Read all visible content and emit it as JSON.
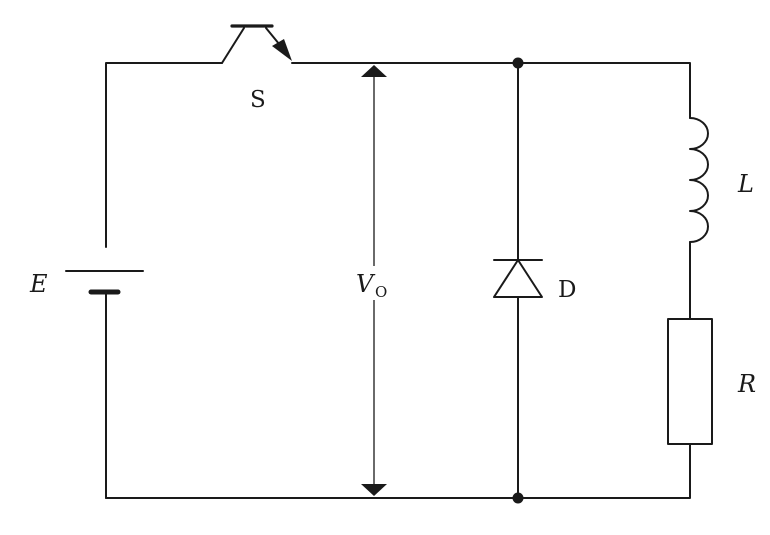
{
  "labels": {
    "battery": "E",
    "switch": "S",
    "output_voltage_main": "V",
    "output_voltage_sub": "O",
    "diode": "D",
    "inductor": "L",
    "resistor": "R"
  }
}
